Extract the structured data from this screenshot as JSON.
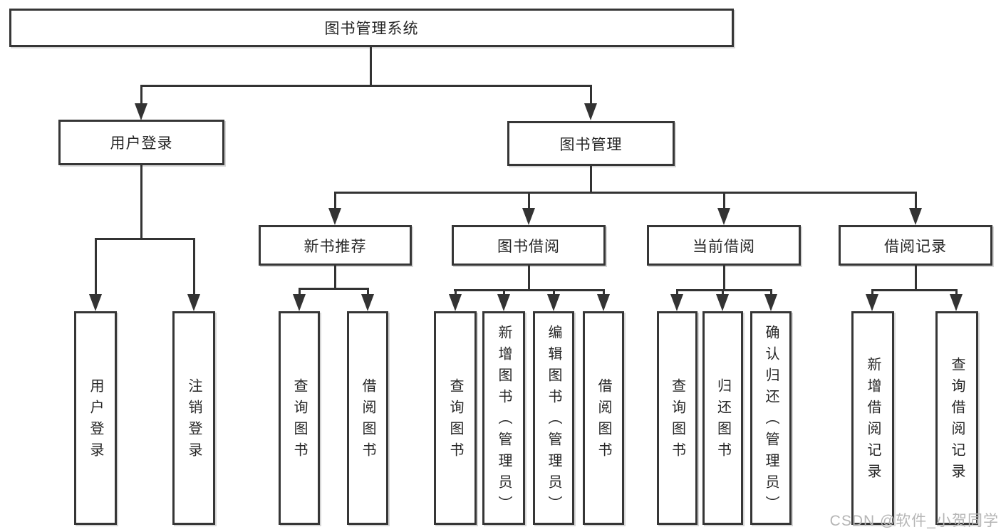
{
  "root": {
    "label": "图书管理系统"
  },
  "level2": {
    "user_login": {
      "label": "用户登录"
    },
    "book_management": {
      "label": "图书管理"
    }
  },
  "level3": {
    "new_book_recommend": {
      "label": "新书推荐"
    },
    "book_borrow": {
      "label": "图书借阅"
    },
    "current_borrow": {
      "label": "当前借阅"
    },
    "borrow_record": {
      "label": "借阅记录"
    }
  },
  "leaves": {
    "user_login": {
      "label": "用户登录"
    },
    "logout": {
      "label": "注销登录"
    },
    "nb_query_book": {
      "label": "查询图书"
    },
    "nb_borrow_book": {
      "label": "借阅图书"
    },
    "bb_query_book": {
      "label": "查询图书"
    },
    "bb_add_book": {
      "label": "新增图书（管理员）"
    },
    "bb_edit_book": {
      "label": "编辑图书（管理员）"
    },
    "bb_borrow_book": {
      "label": "借阅图书"
    },
    "cb_query_book": {
      "label": "查询图书"
    },
    "cb_return_book": {
      "label": "归还图书"
    },
    "cb_confirm_return": {
      "label": "确认归还（管理员）"
    },
    "br_add_record": {
      "label": "新增借阅记录"
    },
    "br_query_record": {
      "label": "查询借阅记录"
    }
  },
  "watermark": {
    "text": "CSDN @软件_小贺同学"
  },
  "colors": {
    "background": "#ffffff",
    "box_border": "#363636",
    "line": "#333333",
    "text": "#262626",
    "watermark": "#b5b5b5"
  }
}
